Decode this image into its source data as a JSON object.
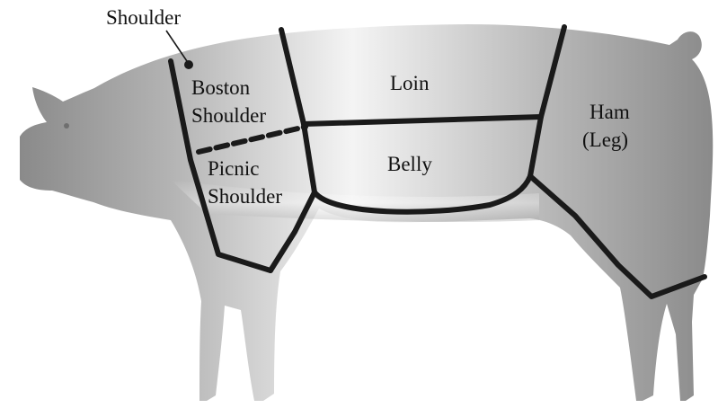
{
  "colors": {
    "background": "#ffffff",
    "body_light": "#f4f4f4",
    "body_mid": "#b4b4b4",
    "body_dark": "#8a8a8a",
    "cut_lines": "#1a1a1a",
    "label_text": "#111111"
  },
  "labels": {
    "shoulder": "Shoulder",
    "boston_shoulder": [
      "Boston",
      "Shoulder"
    ],
    "picnic_shoulder": [
      "Picnic",
      "Shoulder"
    ],
    "loin": "Loin",
    "belly": "Belly",
    "ham": [
      "Ham",
      "(Leg)"
    ]
  }
}
